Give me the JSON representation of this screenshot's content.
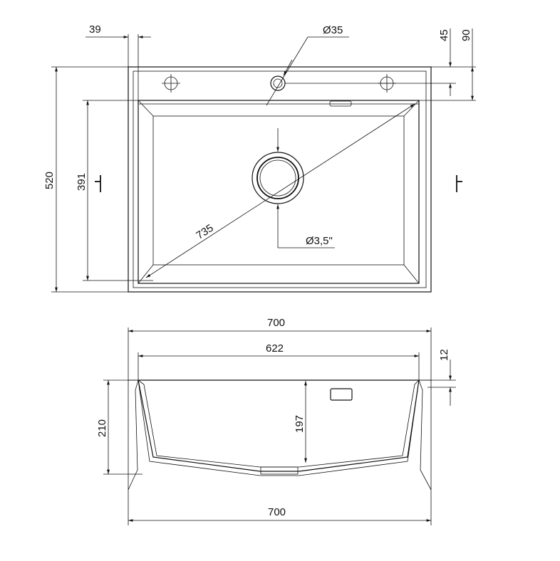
{
  "top_view": {
    "dims": {
      "d39": "39",
      "d35": "Ø35",
      "d45": "45",
      "d90": "90",
      "d520": "520",
      "d391": "391",
      "d735": "735",
      "d3_5": "Ø3,5\""
    }
  },
  "section_view": {
    "dims": {
      "top700": "700",
      "d622": "622",
      "d12": "12",
      "d210": "210",
      "d197": "197",
      "bottom700": "700"
    }
  }
}
